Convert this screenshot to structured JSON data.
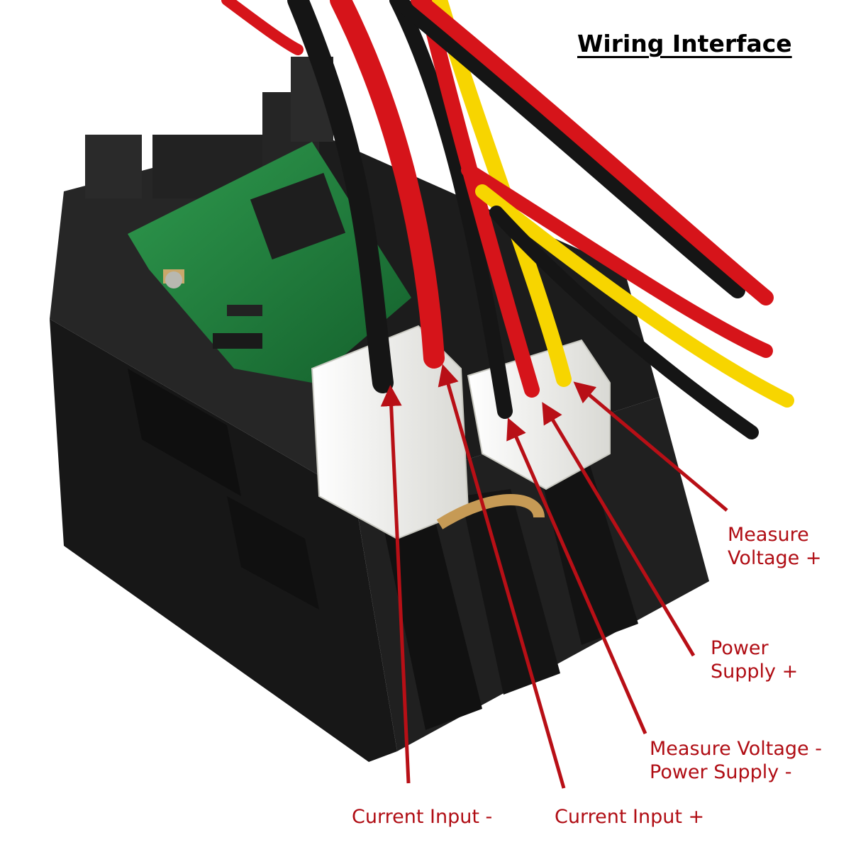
{
  "title": "Wiring Interface",
  "colors": {
    "label": "#b00d14",
    "arrow": "#b80f16",
    "board": "#1f7a3a",
    "housing": "#1b1b1b",
    "connector": "#f1f1ee",
    "wire_red": "#d6141a",
    "wire_black": "#151515",
    "wire_yellow": "#f7d500"
  },
  "labels": {
    "measure_voltage_plus": [
      "Measure",
      "Voltage +"
    ],
    "power_supply_plus": [
      "Power",
      "Supply +"
    ],
    "measure_voltage_minus": [
      "Measure Voltage -",
      "Power Supply -"
    ],
    "current_input_minus": "Current Input -",
    "current_input_plus": "Current Input +"
  }
}
